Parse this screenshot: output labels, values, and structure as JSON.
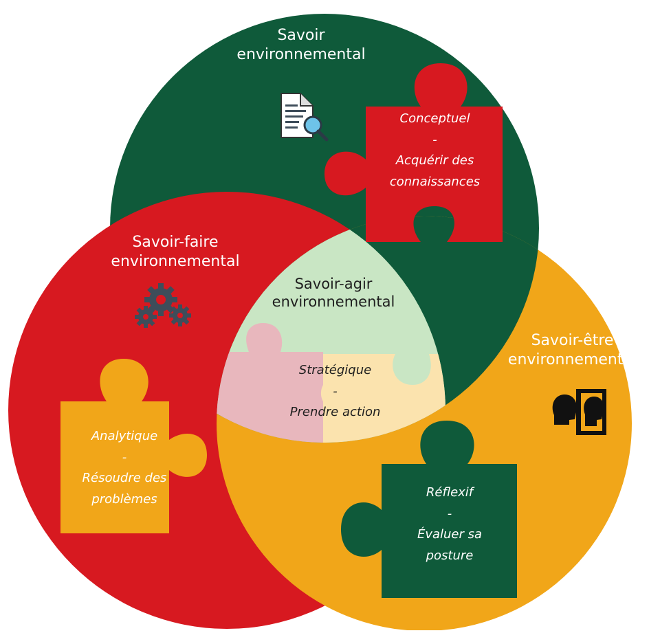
{
  "colors": {
    "green": "#0f5a3a",
    "red": "#d71920",
    "orange": "#f1a619",
    "center_green": "#c9e6c4",
    "center_pink": "#e8b7bd",
    "center_yellow": "#fbe3ae",
    "icon_gray": "#3e4d5a"
  },
  "circles": {
    "savoir": {
      "title": [
        "Savoir",
        "environnemental"
      ],
      "icon": "document-search-icon",
      "piece": [
        "Conceptuel",
        "-",
        "Acquérir des",
        "connaissances"
      ]
    },
    "savoir_faire": {
      "title": [
        "Savoir-faire",
        "environnemental"
      ],
      "icon": "gears-icon",
      "piece": [
        "Analytique",
        "-",
        "Résoudre des",
        "problèmes"
      ]
    },
    "savoir_etre": {
      "title": [
        "Savoir-être",
        "environnemental"
      ],
      "icon": "reflection-icon",
      "piece": [
        "Réflexif",
        "-",
        "Évaluer sa",
        "posture"
      ]
    }
  },
  "center": {
    "title": [
      "Savoir-agir",
      "environnemental"
    ],
    "piece": [
      "Stratégique",
      "-",
      "Prendre action"
    ]
  }
}
